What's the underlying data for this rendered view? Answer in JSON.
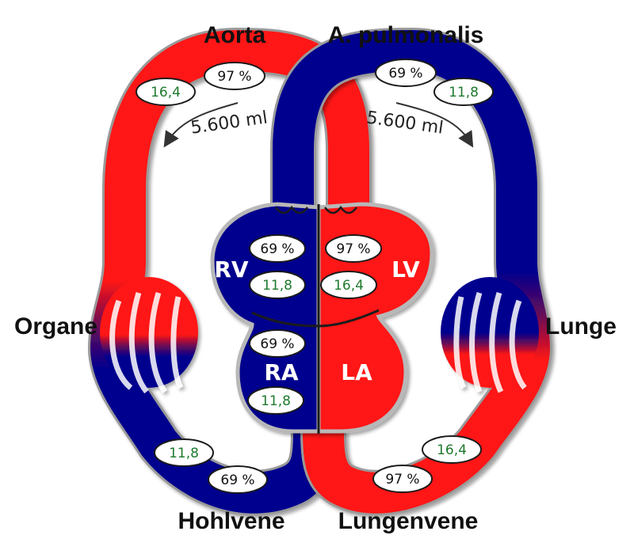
{
  "labels": {
    "aorta": "Aorta",
    "pulmonalis": "A. pulmonalis",
    "organe": "Organe",
    "lunge": "Lunge",
    "hohlvene": "Hohlvene",
    "lungenvene": "Lungenvene"
  },
  "chambers": {
    "rv": "RV",
    "lv": "LV",
    "ra": "RA",
    "la": "LA"
  },
  "flow": {
    "systemic": "5.600 ml",
    "pulmonary": "5.600 ml"
  },
  "badges": {
    "aorta_sat": "97 %",
    "aorta_o2": "16,4",
    "pulm_sat": "69 %",
    "pulm_o2": "11,8",
    "rv_sat": "69 %",
    "rv_o2": "11,8",
    "lv_sat": "97 %",
    "lv_o2": "16,4",
    "ra_sat": "69 %",
    "ra_o2": "11,8",
    "vc_o2": "11,8",
    "vc_sat": "69 %",
    "pv_o2": "16,4",
    "pv_sat": "97 %"
  },
  "colors": {
    "arterial": "#ff1414",
    "venous": "#00008e",
    "o2_text": "#1f7a2e",
    "wall": "#b8b8b8"
  }
}
